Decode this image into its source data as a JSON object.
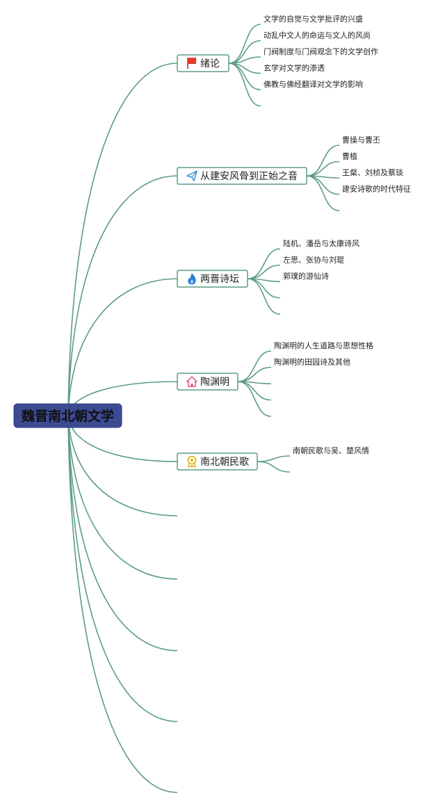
{
  "root": {
    "label": "魏晋南北朝文学"
  },
  "topics": [
    {
      "label": "绪论",
      "icon": "red-flag-icon",
      "children": [
        "文学的自觉与文学批评的兴盛",
        "动乱中文人的命运与文人的风尚",
        "门阀制度与门阀观念下的文学创作",
        "玄学对文学的渗透",
        "佛教与佛经翻译对文学的影响",
        ""
      ]
    },
    {
      "label": "从建安风骨到正始之音",
      "icon": "paper-plane-icon",
      "children": [
        "曹操与曹丕",
        "曹植",
        "王粲、刘桢及蔡琰",
        "建安诗歌的时代特征",
        ""
      ]
    },
    {
      "label": "两晋诗坛",
      "icon": "fire-icon",
      "children": [
        "陆机、潘岳与太康诗风",
        "左思、张协与刘琨",
        "郭璞的游仙诗",
        "",
        ""
      ]
    },
    {
      "label": "陶渊明",
      "icon": "home-icon",
      "children": [
        "陶渊明的人生道路与思想性格",
        "陶渊明的田园诗及其他",
        "",
        "",
        ""
      ]
    },
    {
      "label": "南北朝民歌",
      "icon": "award-icon",
      "children": [
        "南朝民歌与吴、楚风情",
        ""
      ]
    },
    {
      "label": "",
      "icon": "",
      "children": []
    },
    {
      "label": "",
      "icon": "",
      "children": []
    },
    {
      "label": "",
      "icon": "",
      "children": []
    },
    {
      "label": "",
      "icon": "",
      "children": []
    },
    {
      "label": "",
      "icon": "",
      "children": []
    }
  ],
  "colors": {
    "connector": "#5b9b87",
    "root_fill": "#3d4a94",
    "flag": "#e8382f",
    "plane": "#3b8fd9",
    "fire": "#2f7fd8",
    "home": "#e0507a",
    "award": "#e6b422"
  }
}
